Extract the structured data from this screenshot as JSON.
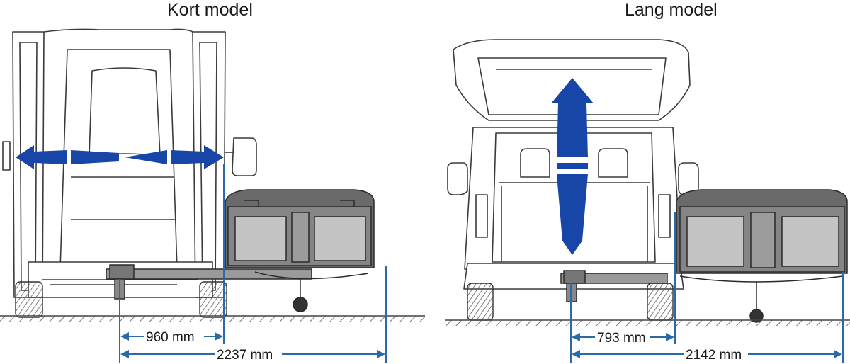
{
  "panels": [
    {
      "title": "Kort model",
      "dimensions": [
        {
          "label": "960 mm"
        },
        {
          "label": "2237 mm"
        }
      ]
    },
    {
      "title": "Lang model",
      "dimensions": [
        {
          "label": "793 mm"
        },
        {
          "label": "2142 mm"
        }
      ]
    }
  ],
  "colors": {
    "dimension_line": "#2a6aa8",
    "arrow_fill": "#1846a8",
    "outline": "#3a3a3a",
    "box_fill": "#b9b9b9",
    "ground": "#555555"
  }
}
